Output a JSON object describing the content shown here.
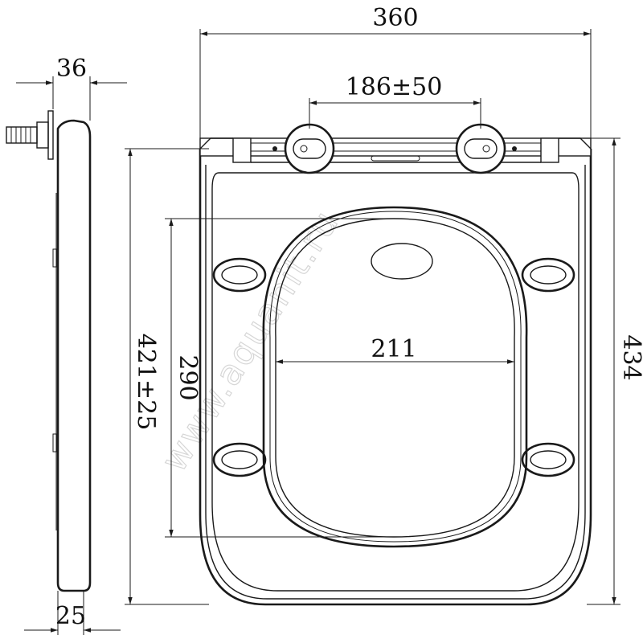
{
  "dimensions": {
    "overall_width": "360",
    "hinge_spacing": "186±50",
    "inner_width": "211",
    "overall_length": "434",
    "fixing_to_front": "421±25",
    "inner_length": "290",
    "side_thickness_top": "36",
    "side_thickness_bottom": "25"
  },
  "watermark": "www.aquanit.ru"
}
